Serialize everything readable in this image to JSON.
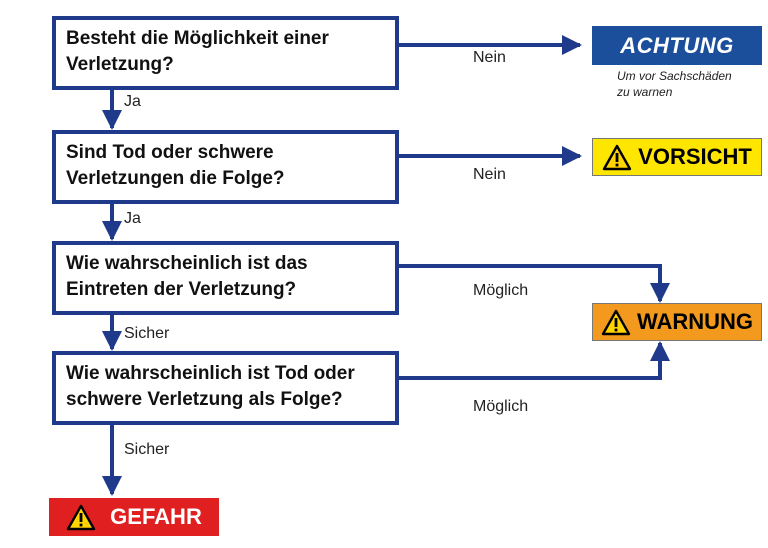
{
  "flowchart": {
    "questions": [
      {
        "lines": [
          "Besteht die Möglichkeit einer",
          "Verletzung?"
        ]
      },
      {
        "lines": [
          "Sind Tod oder schwere",
          "Verletzungen die Folge?"
        ]
      },
      {
        "lines": [
          "Wie wahrscheinlich ist das",
          "Eintreten der Verletzung?"
        ]
      },
      {
        "lines": [
          "Wie wahrscheinlich ist Tod oder",
          "schwere Verletzung als Folge?"
        ]
      }
    ],
    "edge_labels": {
      "q1_no": "Nein",
      "q1_yes": "Ja",
      "q2_no": "Nein",
      "q2_yes": "Ja",
      "q3_possible": "Möglich",
      "q3_certain": "Sicher",
      "q4_possible": "Möglich",
      "q4_certain": "Sicher"
    },
    "outcomes": {
      "achtung": {
        "label": "ACHTUNG",
        "note_lines": [
          "Um vor Sachschäden",
          "zu warnen"
        ]
      },
      "vorsicht": {
        "label": "VORSICHT"
      },
      "warnung": {
        "label": "WARNUNG"
      },
      "gefahr": {
        "label": "GEFAHR"
      }
    }
  },
  "colors": {
    "connector": "#1f3a8a",
    "box_border": "#1f3a8a",
    "achtung_bg": "#1b4f9c",
    "achtung_text": "#ffffff",
    "vorsicht_bg": "#ffe600",
    "vorsicht_text": "#000000",
    "warnung_bg": "#f39a1e",
    "warnung_text": "#000000",
    "gefahr_bg": "#e02020",
    "gefahr_text": "#ffffff",
    "hazard_triangle": "#ffd400"
  },
  "icons": {
    "hazard": "warning-triangle-icon"
  }
}
